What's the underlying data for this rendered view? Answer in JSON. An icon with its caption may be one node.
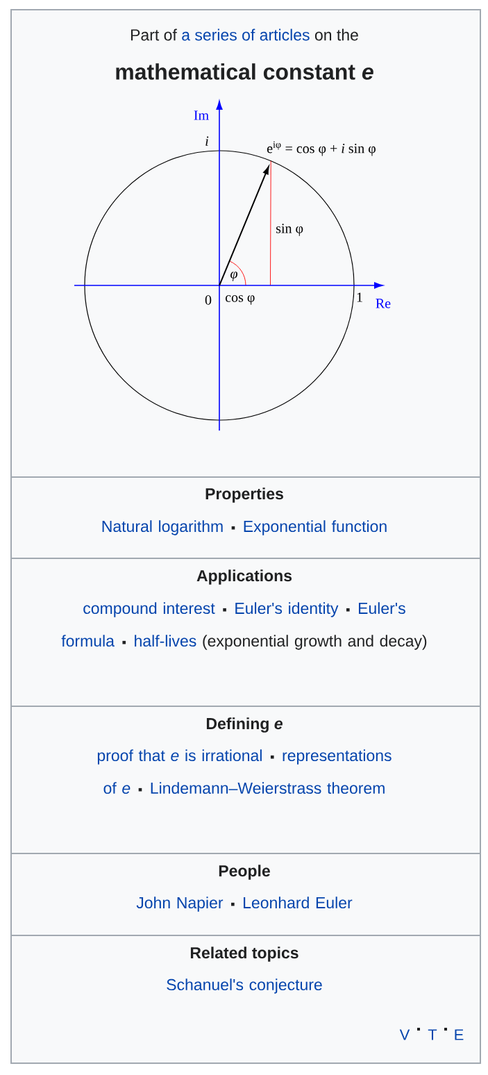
{
  "diagram": {
    "nodes": [
      {
        "text": [
          "Part of",
          "a series of articles",
          "on the",
          "mathematical constant *e*"
        ]
      },
      {
        "text": [
          "Properties",
          "Natural logarithm",
          "Exponential function"
        ]
      },
      {
        "text": [
          "Applications",
          "compound interest",
          "Euler's identity",
          "Euler's formula",
          "half-lives",
          "(exponential growth and decay)"
        ]
      },
      {
        "text": [
          "Defining *e*",
          "proof that *e* is irrational",
          "representations of *e*",
          "Lindemann–Weierstrass theorem"
        ]
      },
      {
        "text": [
          "People",
          "John Napier",
          "Leonhard Euler"
        ]
      },
      {
        "text": [
          "Related topics",
          "Schanuel's conjecture"
        ]
      }
    ],
    "labels": [
      "Im",
      "i",
      "e$^{iφ}$ = cos φ + *i* sin φ",
      "sin φ",
      "φ",
      "0",
      "cos φ",
      "1",
      "Re",
      "V",
      "T",
      "E"
    ]
  }
}
